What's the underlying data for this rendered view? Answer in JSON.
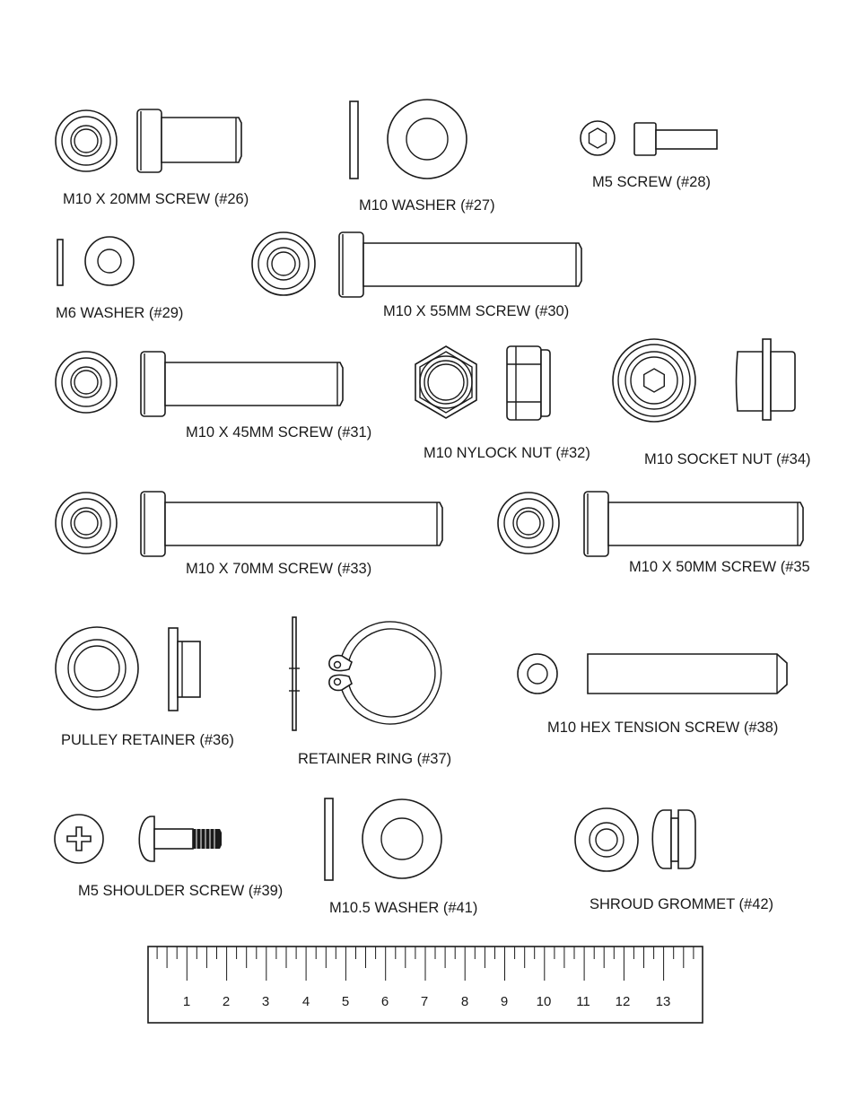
{
  "parts": [
    {
      "id": "p26",
      "label": "M10 X 20MM SCREW (#26)"
    },
    {
      "id": "p27",
      "label": "M10 WASHER (#27)"
    },
    {
      "id": "p28",
      "label": "M5 SCREW (#28)"
    },
    {
      "id": "p29",
      "label": "M6 WASHER (#29)"
    },
    {
      "id": "p30",
      "label": "M10 X 55MM SCREW (#30)"
    },
    {
      "id": "p31",
      "label": "M10 X 45MM SCREW (#31)"
    },
    {
      "id": "p32",
      "label": "M10 NYLOCK NUT (#32)"
    },
    {
      "id": "p34",
      "label": "M10 SOCKET NUT (#34)"
    },
    {
      "id": "p33",
      "label": "M10 X 70MM SCREW (#33)"
    },
    {
      "id": "p35",
      "label": "M10 X 50MM SCREW (#35"
    },
    {
      "id": "p36",
      "label": "PULLEY RETAINER (#36)"
    },
    {
      "id": "p37",
      "label": "RETAINER RING (#37)"
    },
    {
      "id": "p38",
      "label": "M10 HEX TENSION SCREW (#38)"
    },
    {
      "id": "p39",
      "label": "M5 SHOULDER SCREW (#39)"
    },
    {
      "id": "p41",
      "label": "M10.5 WASHER (#41)"
    },
    {
      "id": "p42",
      "label": "SHROUD GROMMET (#42)"
    }
  ],
  "ruler": {
    "numbers": [
      "1",
      "2",
      "3",
      "4",
      "5",
      "6",
      "7",
      "8",
      "9",
      "10",
      "11",
      "12",
      "13"
    ]
  }
}
